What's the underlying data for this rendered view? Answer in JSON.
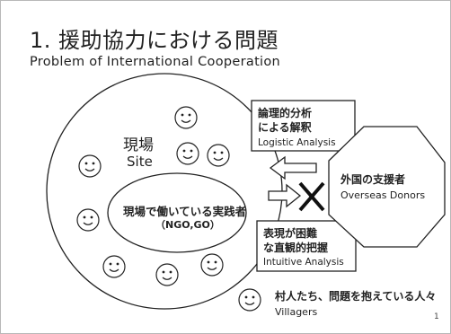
{
  "slide": {
    "title": "1. 援助協力における問題",
    "subtitle": "Problem of International Cooperation",
    "page_number": "1"
  },
  "site": {
    "label_jp": "現場",
    "label_en": "Site"
  },
  "field_workers": {
    "label_jp": "現場で働いている実践者",
    "label_en": "（NGO,GO）"
  },
  "logistic_analysis": {
    "line1": "論理的分析",
    "line2": "による解釈",
    "label_en": "Logistic Analysis"
  },
  "intuitive_analysis": {
    "line1": "表現が困難",
    "line2": "な直観的把握",
    "label_en": "Intuitive Analysis"
  },
  "donors": {
    "label_jp": "外国の支援者",
    "label_en": "Overseas Donors"
  },
  "villagers": {
    "label_jp": "村人たち、問題を抱えている人々",
    "label_en": "Villagers"
  },
  "icons": {
    "smiley": "smiley-face-icon",
    "arrow": "arrow-left-icon",
    "arrow_right": "arrow-right-icon",
    "blocked": "cross-icon"
  }
}
